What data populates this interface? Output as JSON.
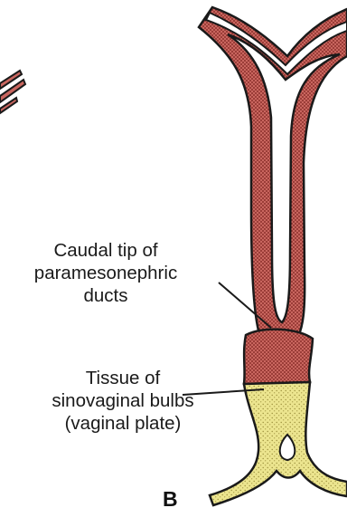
{
  "figure": {
    "panel_label": "B",
    "labels": {
      "caudal_tip": {
        "line1": "Caudal tip of",
        "line2": "paramesonephric",
        "line3": "ducts"
      },
      "sinovaginal": {
        "line1": "Tissue of",
        "line2": "sinovaginal bulbs",
        "line3": "(vaginal plate)"
      }
    },
    "colors": {
      "duct_fill": "#c9665f",
      "duct_dot": "#7a1f1c",
      "tissue_fill": "#ece58f",
      "tissue_dot": "#9a8d3a",
      "outline": "#1a1a1a"
    }
  }
}
